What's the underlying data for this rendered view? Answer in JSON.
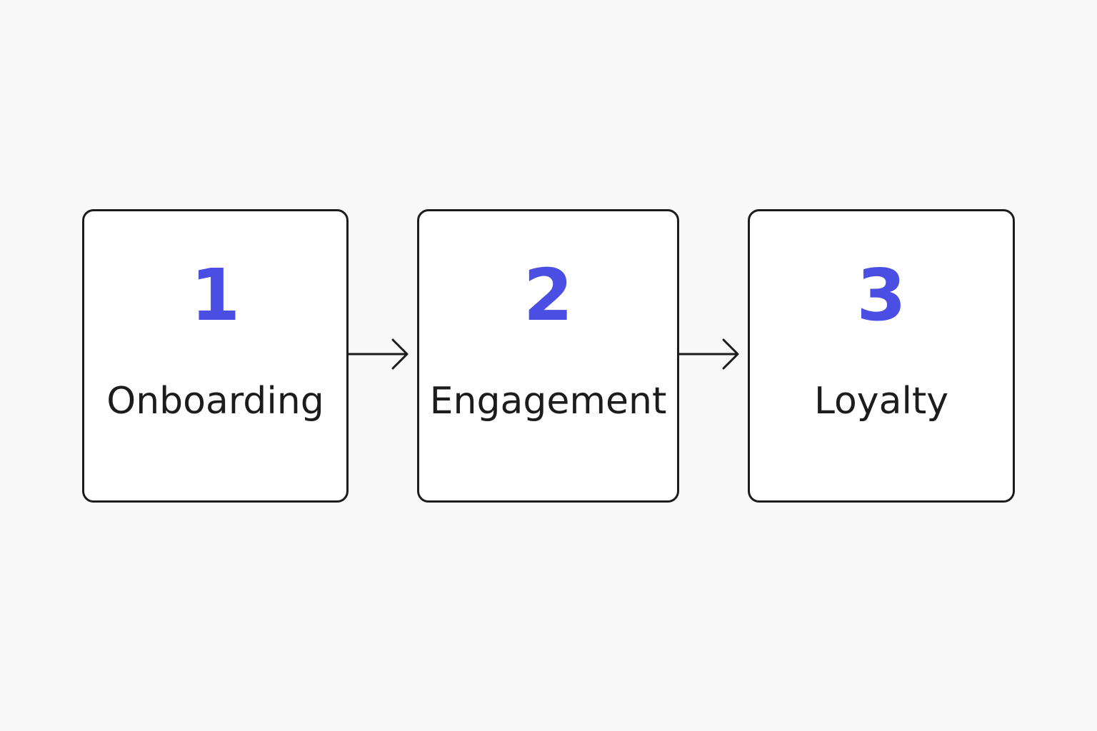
{
  "colors": {
    "accent": "#4b4ee3",
    "border": "#1c1c1c",
    "text": "#1c1c1c",
    "background": "#f9f9f9"
  },
  "steps": [
    {
      "number": "1",
      "label": "Onboarding"
    },
    {
      "number": "2",
      "label": "Engagement"
    },
    {
      "number": "3",
      "label": "Loyalty"
    }
  ],
  "connectors": [
    "arrow-right-icon",
    "arrow-right-icon"
  ]
}
